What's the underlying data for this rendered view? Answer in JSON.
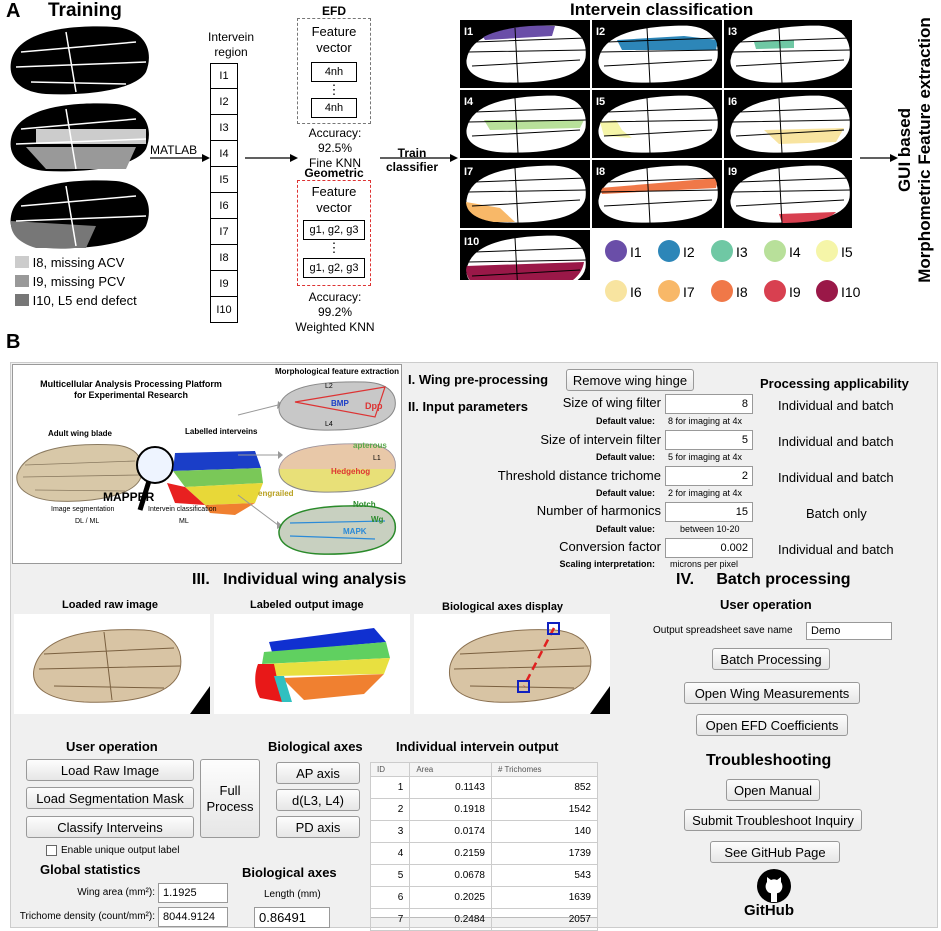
{
  "panelA": {
    "letter": "A",
    "training_title": "Training",
    "legend": [
      "I8, missing ACV",
      "I9, missing PCV",
      "I10, L5 end defect"
    ],
    "legend_colors": [
      "#cccccc",
      "#999999",
      "#777777"
    ],
    "matlab_label": "MATLAB",
    "intervein_region_label": [
      "Intervein",
      "region"
    ],
    "regions": [
      "I1",
      "I2",
      "I3",
      "I4",
      "I5",
      "I6",
      "I7",
      "I8",
      "I9",
      "I10"
    ],
    "efd": {
      "title": "EFD",
      "feature_vector": [
        "Feature",
        "vector"
      ],
      "cell": "4nh",
      "ellipsis": "⋮",
      "accuracy": "Accuracy: 92.5%",
      "method": "Fine KNN"
    },
    "geometric": {
      "title": "Geometric",
      "feature_vector": [
        "Feature",
        "vector"
      ],
      "cell": "g1, g2, g3",
      "ellipsis": "⋮",
      "accuracy": "Accuracy: 99.2%",
      "method": "Weighted KNN"
    },
    "train_classifier": [
      "Train",
      "classifier"
    ],
    "intervein_classification_title": "Intervein classification",
    "gui_based": [
      "GUI based",
      "Morphometric Feature extraction"
    ],
    "class_labels": [
      "I1",
      "I2",
      "I3",
      "I4",
      "I5",
      "I6",
      "I7",
      "I8",
      "I9",
      "I10"
    ],
    "class_colors": [
      "#6a4ea8",
      "#2d86b8",
      "#6fc8a4",
      "#b8e09a",
      "#f5f5a8",
      "#f8e4a0",
      "#f8b868",
      "#f07848",
      "#d84050",
      "#9a1848"
    ]
  },
  "panelB": {
    "letter": "B",
    "mapper": {
      "title": [
        "Multicellular Analysis Processing Platform",
        "for Experimental Research"
      ],
      "adult_wing": "Adult wing blade",
      "labelled": "Labelled interveins",
      "name": "MAPPER",
      "image_seg": "Image segmentation",
      "intervein_class": "Intervein classification",
      "dl_ml": "DL / ML",
      "ml": "ML",
      "morph_title": "Morphological feature extraction",
      "bmp": "BMP",
      "dpp": "Dpp",
      "apterous": "apterous",
      "hedgehog": "Hedgehog",
      "engrailed": "engrailed",
      "notch": "Notch",
      "wg": "Wg",
      "mapk": "MAPK",
      "l1": "L1",
      "l2": "L2",
      "l4": "L4"
    },
    "preproc_title": "I. Wing pre-processing",
    "remove_hinge": "Remove wing hinge",
    "input_title": "II. Input parameters",
    "applicability_title": "Processing applicability",
    "params": [
      {
        "label": "Size of wing filter",
        "value": "8",
        "default_key": "Default value:",
        "default_val": "8 for imaging at 4x",
        "applicability": "Individual and batch"
      },
      {
        "label": "Size of intervein filter",
        "value": "5",
        "default_key": "Default value:",
        "default_val": "5 for imaging at 4x",
        "applicability": "Individual and batch"
      },
      {
        "label": "Threshold distance trichome",
        "value": "2",
        "default_key": "Default value:",
        "default_val": "2 for imaging at 4x",
        "applicability": "Individual and batch"
      },
      {
        "label": "Number of harmonics",
        "value": "15",
        "default_key": "Default value:",
        "default_val": "between 10-20",
        "applicability": "Batch only"
      },
      {
        "label": "Conversion factor",
        "value": "0.002",
        "default_key": "Scaling interpretation:",
        "default_val": "microns per pixel",
        "applicability": "Individual and batch"
      }
    ],
    "individual_title": "III.   Individual wing analysis",
    "loaded_raw": "Loaded raw image",
    "labeled_output": "Labeled output image",
    "bio_axes_display": "Biological axes display",
    "batch_title": "IV.     Batch processing",
    "user_operation": "User operation",
    "output_sheet_label": "Output spreadsheet save name",
    "output_sheet_value": "Demo",
    "batch_btn": "Batch Processing",
    "open_wing_meas": "Open Wing Measurements",
    "open_efd": "Open EFD Coefficients",
    "troubleshooting": "Troubleshooting",
    "open_manual": "Open Manual",
    "submit_inquiry": "Submit Troubleshoot Inquiry",
    "github_page": "See GitHub Page",
    "github_logo_text": "GitHub",
    "user_operation_left": "User operation",
    "load_raw": "Load Raw Image",
    "load_seg": "Load Segmentation Mask",
    "classify": "Classify Interveins",
    "full_process": [
      "Full",
      "Process"
    ],
    "enable_unique": "Enable unique output label",
    "bio_axes_title": "Biological axes",
    "ap_axis": "AP axis",
    "d_l3l4": "d(L3, L4)",
    "pd_axis": "PD axis",
    "global_stats": "Global statistics",
    "wing_area_label": "Wing area (mm²):",
    "wing_area_value": "1.1925",
    "trichome_label": "Trichome density (count/mm²):",
    "trichome_value": "8044.9124",
    "bio_axes_title2": "Biological axes",
    "length_label": "Length (mm)",
    "length_value": "0.86491",
    "individual_output_title": "Individual intervein output",
    "table_headers": [
      "ID",
      "Area",
      "# Trichomes"
    ],
    "table_rows": [
      [
        "1",
        "0.1143",
        "852"
      ],
      [
        "2",
        "0.1918",
        "1542"
      ],
      [
        "3",
        "0.0174",
        "140"
      ],
      [
        "4",
        "0.2159",
        "1739"
      ],
      [
        "5",
        "0.0678",
        "543"
      ],
      [
        "6",
        "0.2025",
        "1639"
      ],
      [
        "7",
        "0.2484",
        "2057"
      ]
    ]
  }
}
